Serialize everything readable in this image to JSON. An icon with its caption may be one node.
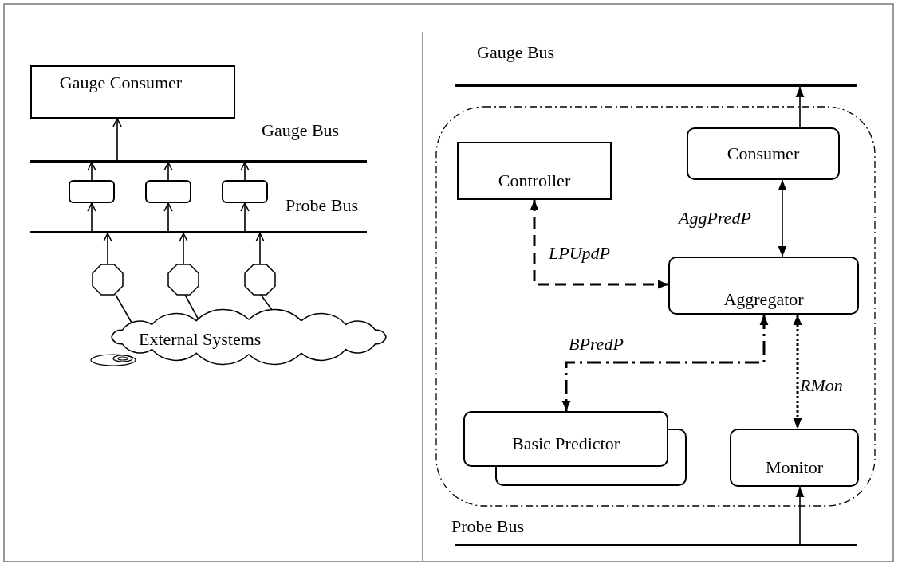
{
  "diagram": {
    "nodes": [
      {
        "text": [
          "Gauge Consumer"
        ]
      },
      {
        "text": [],
        "shape": "bar",
        "beside": [
          "Gauge Bus"
        ]
      },
      {
        "text": [],
        "shape": "bar",
        "beside": [
          "Probe Bus"
        ]
      },
      {
        "text": [],
        "shape": "box"
      },
      {
        "text": [],
        "shape": "box"
      },
      {
        "text": [],
        "shape": "box"
      },
      {
        "text": [],
        "shape": "octagon"
      },
      {
        "text": [],
        "shape": "octagon"
      },
      {
        "text": [],
        "shape": "octagon"
      },
      {
        "text": [
          "External Systems"
        ]
      },
      {
        "text": [],
        "shape": "bar",
        "beside": [
          "Gauge Bus"
        ]
      },
      {
        "text": [],
        "shape": "box"
      },
      {
        "text": [
          "Controller"
        ],
        "in": 11
      },
      {
        "text": [
          "Consumer"
        ],
        "in": 11
      },
      {
        "text": [
          "Aggregator"
        ],
        "in": 11
      },
      {
        "text": [
          "Basic Predictor"
        ],
        "in": 11
      },
      {
        "text": [
          "Monitor"
        ],
        "in": 11
      },
      {
        "text": [],
        "shape": "bar",
        "beside": [
          "Probe Bus"
        ]
      }
    ],
    "edges": [
      {
        "from": 1,
        "to": 0,
        "arrow": "to"
      },
      {
        "from": 3,
        "to": 1,
        "arrow": "to"
      },
      {
        "from": 4,
        "to": 1,
        "arrow": "to"
      },
      {
        "from": 5,
        "to": 1,
        "arrow": "to"
      },
      {
        "from": 2,
        "to": 3,
        "arrow": "to"
      },
      {
        "from": 2,
        "to": 4,
        "arrow": "to"
      },
      {
        "from": 2,
        "to": 5,
        "arrow": "to"
      },
      {
        "from": 6,
        "to": 2,
        "arrow": "to"
      },
      {
        "from": 7,
        "to": 2,
        "arrow": "to"
      },
      {
        "from": 8,
        "to": 2,
        "arrow": "to"
      },
      {
        "from": 6,
        "to": 9,
        "arrow": "none"
      },
      {
        "from": 7,
        "to": 9,
        "arrow": "none"
      },
      {
        "from": 8,
        "to": 9,
        "arrow": "none"
      },
      {
        "from": 13,
        "to": 10,
        "arrow": "to"
      },
      {
        "from": 12,
        "to": 14,
        "arrow": "both",
        "label": "LPUpdP",
        "style": "dashed"
      },
      {
        "from": 13,
        "to": 14,
        "arrow": "both",
        "label": "AggPredP"
      },
      {
        "from": 14,
        "to": 15,
        "arrow": "both",
        "label": "BPredP",
        "style": "dashed"
      },
      {
        "from": 14,
        "to": 16,
        "arrow": "both",
        "label": "RMon",
        "style": "dashed"
      },
      {
        "from": 17,
        "to": 16,
        "arrow": "to"
      }
    ]
  }
}
